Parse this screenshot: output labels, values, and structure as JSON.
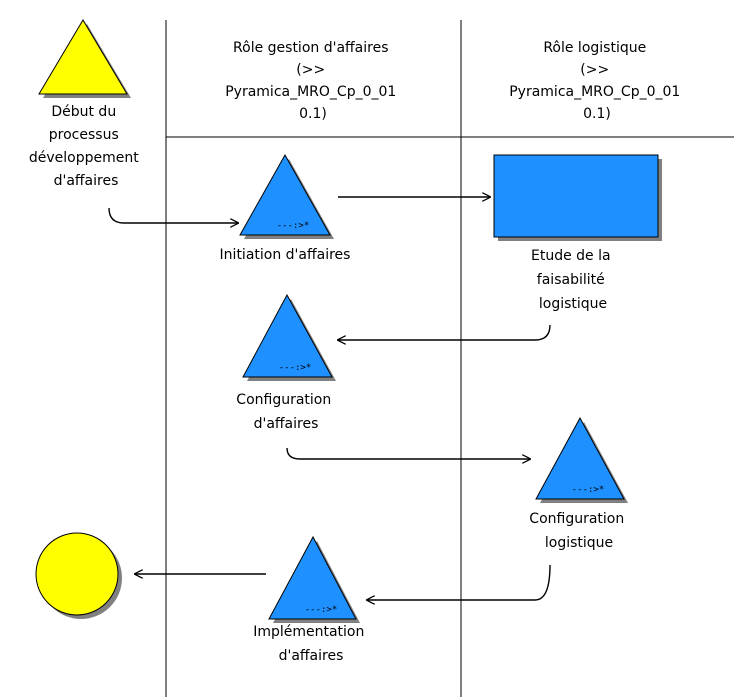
{
  "lanes": [
    {
      "header": [
        "Rôle gestion d'affaires",
        "(>>",
        "Pyramica_MRO_Cp_0_01",
        "0.1)"
      ]
    },
    {
      "header": [
        "Rôle logistique",
        "(>>",
        "Pyramica_MRO_Cp_0_01",
        "0.1)"
      ]
    }
  ],
  "nodes": {
    "start": {
      "kind": "start-event",
      "label": [
        "Début du",
        "processus",
        "développement",
        "d'affaires"
      ]
    },
    "initiation": {
      "kind": "subprocess",
      "label": [
        "Initiation d'affaires"
      ]
    },
    "feasibility": {
      "kind": "task",
      "label": [
        "Etude de la",
        "faisabilité",
        "logistique"
      ]
    },
    "biz_config": {
      "kind": "subprocess",
      "label": [
        "Configuration",
        "d'affaires"
      ]
    },
    "log_config": {
      "kind": "subprocess",
      "label": [
        "Configuration",
        "logistique"
      ]
    },
    "implementation": {
      "kind": "subprocess",
      "label": [
        "Implémentation",
        "d'affaires"
      ]
    },
    "end": {
      "kind": "end-event",
      "label": []
    }
  },
  "edges": [
    {
      "from": "start",
      "to": "initiation"
    },
    {
      "from": "initiation",
      "to": "feasibility"
    },
    {
      "from": "feasibility",
      "to": "biz_config"
    },
    {
      "from": "biz_config",
      "to": "log_config"
    },
    {
      "from": "log_config",
      "to": "implementation"
    },
    {
      "from": "implementation",
      "to": "end"
    }
  ],
  "colors": {
    "activity_fill": "#1E90FF",
    "event_fill": "#FFFF00",
    "stroke": "#000000",
    "shadow": "#808080",
    "background": "#FFFFFF"
  },
  "subprocess_marker": "---:>*"
}
